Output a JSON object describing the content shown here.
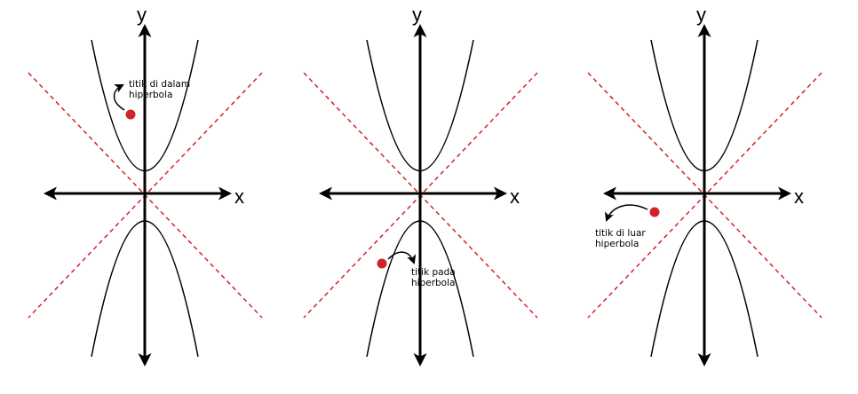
{
  "axis_labels": {
    "x": "x",
    "y": "y"
  },
  "colors": {
    "axis": "#000000",
    "curve": "#000000",
    "asymptote": "#d0232a",
    "point": "#d0232a"
  },
  "panels": [
    {
      "id": "inside",
      "annotation": {
        "line1": "titik di dalam",
        "line2": "hiperbola"
      }
    },
    {
      "id": "on",
      "annotation": {
        "line1": "titik pada",
        "line2": "hiperbola"
      }
    },
    {
      "id": "outside",
      "annotation": {
        "line1": "titik di luar",
        "line2": "hiperbola"
      }
    }
  ]
}
